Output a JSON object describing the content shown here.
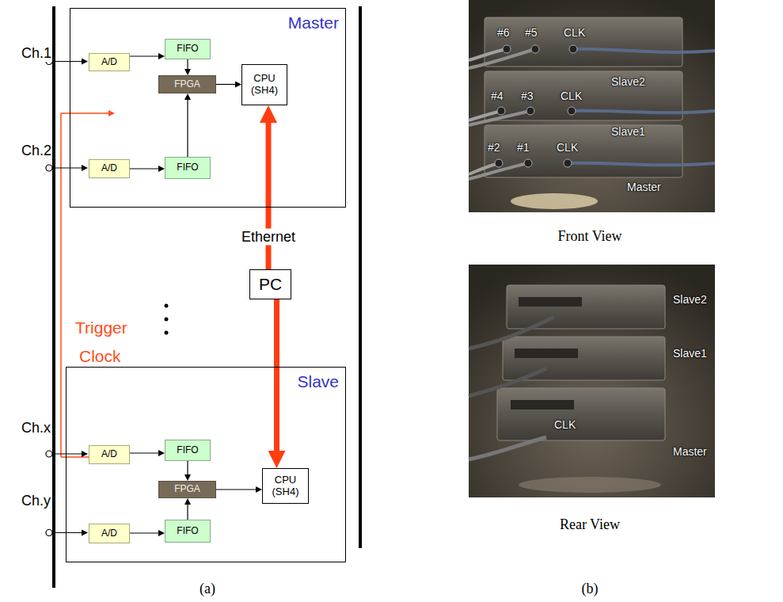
{
  "diagram": {
    "nodes": [
      {
        "text": [
          "Master"
        ]
      },
      {
        "text": [
          "A/D"
        ],
        "in": 0
      },
      {
        "text": [
          "FIFO"
        ],
        "in": 0
      },
      {
        "text": [
          "FPGA"
        ],
        "in": 0
      },
      {
        "text": [
          "CPU (SH4)"
        ],
        "in": 0
      },
      {
        "text": [
          "A/D"
        ],
        "in": 0
      },
      {
        "text": [
          "FIFO"
        ],
        "in": 0
      },
      {
        "text": [
          "PC"
        ]
      },
      {
        "text": [
          "Slave"
        ]
      },
      {
        "text": [
          "A/D"
        ],
        "in": 8
      },
      {
        "text": [
          "FIFO"
        ],
        "in": 8
      },
      {
        "text": [
          "FPGA"
        ],
        "in": 8
      },
      {
        "text": [
          "CPU (SH4)"
        ],
        "in": 8
      },
      {
        "text": [
          "A/D"
        ],
        "in": 8
      },
      {
        "text": [
          "FIFO"
        ],
        "in": 8
      }
    ],
    "edges": [
      {
        "from": 1,
        "to": 2,
        "arrow": "to"
      },
      {
        "from": 2,
        "to": 3,
        "arrow": "to"
      },
      {
        "from": 5,
        "to": 6,
        "arrow": "to"
      },
      {
        "from": 6,
        "to": 3,
        "arrow": "to"
      },
      {
        "from": 3,
        "to": 4,
        "arrow": "to"
      },
      {
        "from": 7,
        "to": 4,
        "label": "Ethernet",
        "arrow": "to"
      },
      {
        "from": 7,
        "to": 12,
        "arrow": "to"
      },
      {
        "from": 9,
        "to": 10,
        "arrow": "to"
      },
      {
        "from": 10,
        "to": 11,
        "arrow": "to"
      },
      {
        "from": 13,
        "to": 14,
        "arrow": "to"
      },
      {
        "from": 14,
        "to": 11,
        "arrow": "to"
      },
      {
        "from": 11,
        "to": 12,
        "arrow": "to"
      }
    ],
    "labels": [
      "Ch.1",
      "Ch.2",
      "Trigger",
      "Clock",
      "Ch.x",
      "Ch.y",
      "(a)",
      "#6",
      "#5",
      "CLK",
      "Slave2",
      "#4",
      "#3",
      "CLK",
      "Slave1",
      "#2",
      "#1",
      "CLK",
      "Master",
      "Front View",
      "Slave2",
      "Slave1",
      "CLK",
      "Master",
      "Rear View",
      "(b)"
    ]
  }
}
